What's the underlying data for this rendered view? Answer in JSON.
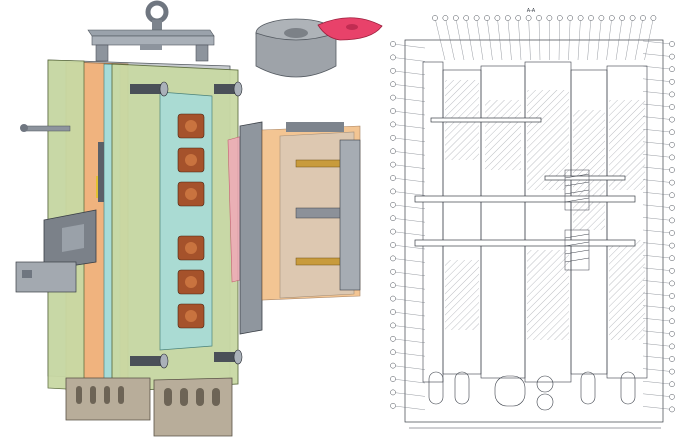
{
  "drawing": {
    "section_label": "A-A",
    "balloon_count_top": 22,
    "balloon_count_left": 28,
    "balloon_count_right": 30
  },
  "colors": {
    "plate_green": "#c9d9a4",
    "plate_orange": "#f3b27a",
    "plate_cyan": "#a7dcd8",
    "plate_grey": "#b9bcbf",
    "insert_red": "#a5522b",
    "part_pink": "#e8426a",
    "line_dark": "#2b2f36",
    "drawing_line": "#3a3f48",
    "background": "#ffffff"
  },
  "icons": {
    "lifting_eye": "eye-bolt-icon",
    "molded_part": "cap-part-icon",
    "sprue": "sprue-icon"
  }
}
